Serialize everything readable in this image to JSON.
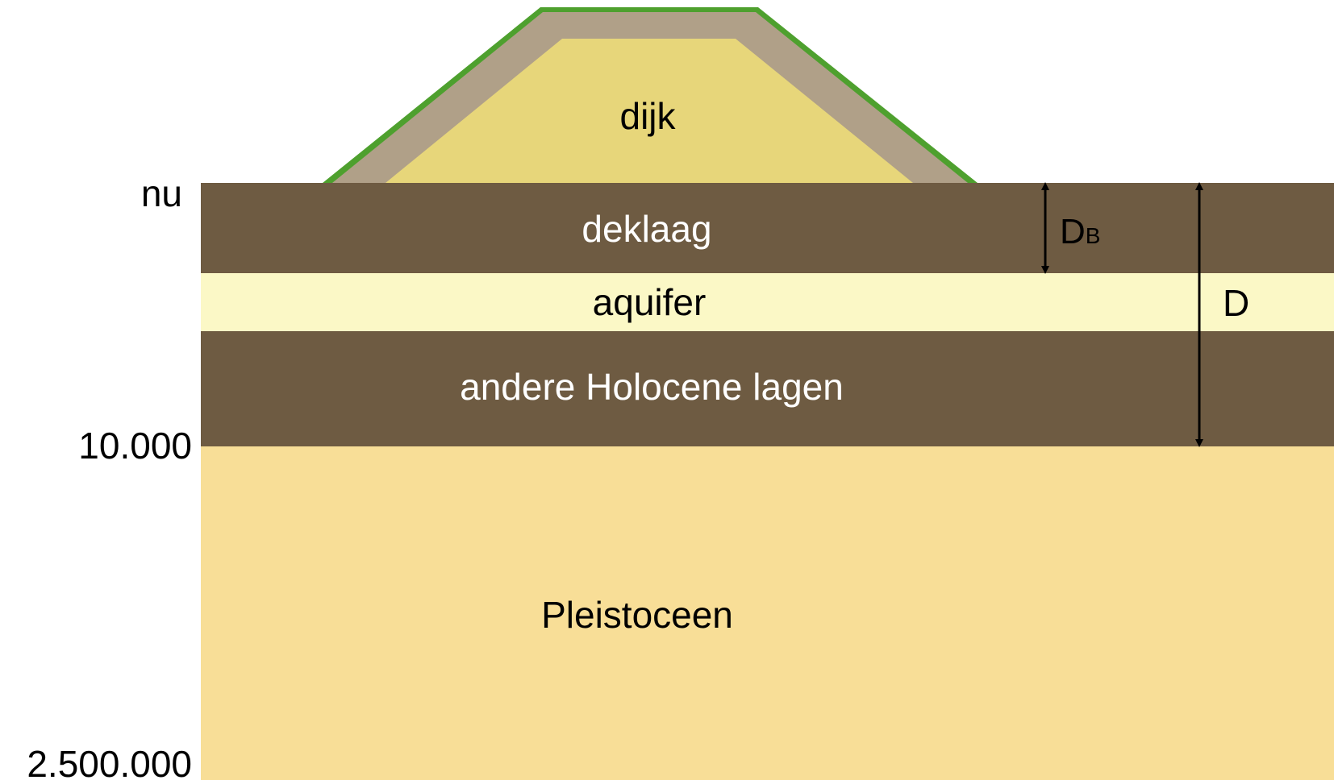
{
  "colors": {
    "background": "#ffffff",
    "grass": "#4ea02e",
    "clay_cover": "#b0a088",
    "dike_core": "#e7d67a",
    "deklaag": "#6e5b42",
    "aquifer": "#fbf8c6",
    "holocene": "#6e5b42",
    "pleistocene": "#f8de97",
    "arrow": "#000000",
    "text_dark": "#000000",
    "text_light": "#ffffff"
  },
  "time_axis": {
    "labels": [
      "nu",
      "10.000",
      "2.500.000"
    ]
  },
  "layers": {
    "dike": "dijk",
    "deklaag": "deklaag",
    "aquifer": "aquifer",
    "holocene": "andere Holocene lagen",
    "pleistocene": "Pleistoceen"
  },
  "dimensions": {
    "db_main": "D",
    "db_sub": "B",
    "d": "D"
  }
}
